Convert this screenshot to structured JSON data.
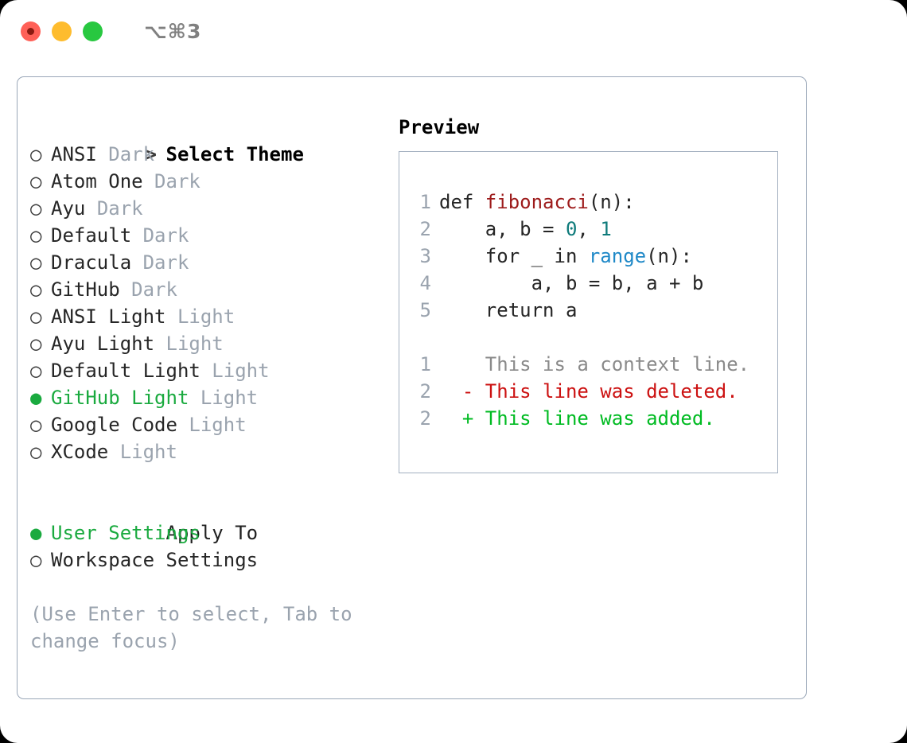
{
  "window": {
    "shortcut": "⌥⌘3",
    "traffic_lights": [
      {
        "name": "close-button",
        "color": "#ff6057"
      },
      {
        "name": "minimize-button",
        "color": "#febc2e"
      },
      {
        "name": "maximize-button",
        "color": "#28c840"
      }
    ]
  },
  "theme_list": {
    "header_marker": ">",
    "header_label": "Select Theme",
    "items": [
      {
        "marker": "○",
        "name": "ANSI",
        "variant": "Dark",
        "selected": false
      },
      {
        "marker": "○",
        "name": "Atom One",
        "variant": "Dark",
        "selected": false
      },
      {
        "marker": "○",
        "name": "Ayu",
        "variant": "Dark",
        "selected": false
      },
      {
        "marker": "○",
        "name": "Default",
        "variant": "Dark",
        "selected": false
      },
      {
        "marker": "○",
        "name": "Dracula",
        "variant": "Dark",
        "selected": false
      },
      {
        "marker": "○",
        "name": "GitHub",
        "variant": "Dark",
        "selected": false
      },
      {
        "marker": "○",
        "name": "ANSI Light",
        "variant": "Light",
        "selected": false
      },
      {
        "marker": "○",
        "name": "Ayu Light",
        "variant": "Light",
        "selected": false
      },
      {
        "marker": "○",
        "name": "Default Light",
        "variant": "Light",
        "selected": false
      },
      {
        "marker": "●",
        "name": "GitHub Light",
        "variant": "Light",
        "selected": true
      },
      {
        "marker": "○",
        "name": "Google Code",
        "variant": "Light",
        "selected": false
      },
      {
        "marker": "○",
        "name": "XCode",
        "variant": "Light",
        "selected": false
      }
    ]
  },
  "apply_to": {
    "header_label": "Apply To",
    "items": [
      {
        "marker": "●",
        "name": "User Settings",
        "selected": true
      },
      {
        "marker": "○",
        "name": "Workspace Settings",
        "selected": false
      }
    ]
  },
  "hint": "(Use Enter to select, Tab to change focus)",
  "preview": {
    "title": "Preview",
    "code_lines": [
      {
        "num": "1",
        "tokens": [
          {
            "t": "def ",
            "k": "plain"
          },
          {
            "t": "fibonacci",
            "k": "func"
          },
          {
            "t": "(n):",
            "k": "plain"
          }
        ]
      },
      {
        "num": "2",
        "tokens": [
          {
            "t": "    a, b = ",
            "k": "plain"
          },
          {
            "t": "0",
            "k": "num"
          },
          {
            "t": ", ",
            "k": "plain"
          },
          {
            "t": "1",
            "k": "num"
          }
        ]
      },
      {
        "num": "3",
        "tokens": [
          {
            "t": "    for _ in ",
            "k": "plain"
          },
          {
            "t": "range",
            "k": "builtin"
          },
          {
            "t": "(n):",
            "k": "plain"
          }
        ]
      },
      {
        "num": "4",
        "tokens": [
          {
            "t": "        a, b = b, a + b",
            "k": "plain"
          }
        ]
      },
      {
        "num": "5",
        "tokens": [
          {
            "t": "    return a",
            "k": "plain"
          }
        ]
      }
    ],
    "diff_lines": [
      {
        "num": "1",
        "sign": "  ",
        "text": "This is a context line.",
        "kind": "ctx"
      },
      {
        "num": "2",
        "sign": "- ",
        "text": "This line was deleted.",
        "kind": "del"
      },
      {
        "num": "2",
        "sign": "+ ",
        "text": "This line was added.",
        "kind": "add"
      }
    ]
  },
  "colors": {
    "accent_green": "#1aaa3f",
    "muted": "#9aa3ae",
    "func_red": "#9d1b1b",
    "number_teal": "#0f7b7b",
    "builtin_blue": "#1e88c7",
    "diff_delete": "#cc1111",
    "diff_add": "#00bb22",
    "border": "#9aa7b8"
  }
}
